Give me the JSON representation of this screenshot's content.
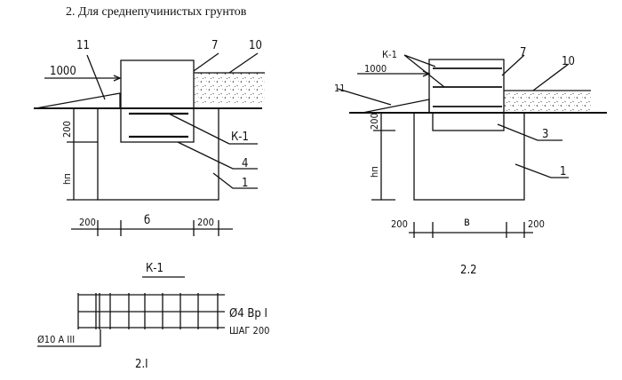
{
  "heading": "2. Для среднепучинистых грунтов",
  "figure_left": {
    "labels": {
      "slope": "11",
      "brick": "7",
      "soil": "10",
      "offset": "1000",
      "mesh": "К-1",
      "rebar": "4",
      "fill": "1"
    },
    "dims": {
      "depth": "200",
      "height": "hп",
      "left": "200",
      "width": "б",
      "right": "200"
    }
  },
  "figure_right": {
    "labels": {
      "mesh": "К-1",
      "offset": "1000",
      "slope": "11",
      "brick": "7",
      "soil": "10",
      "sand": "3",
      "fill": "1"
    },
    "dims": {
      "depth": "200",
      "height": "hп",
      "left": "200",
      "width": "в",
      "right": "200"
    },
    "caption": "2.2"
  },
  "mesh_detail": {
    "title": "К-1",
    "wire": "Ø4 Вр I",
    "step": "ШАГ 200",
    "bar": "Ø10 A III",
    "caption": "2.I"
  }
}
